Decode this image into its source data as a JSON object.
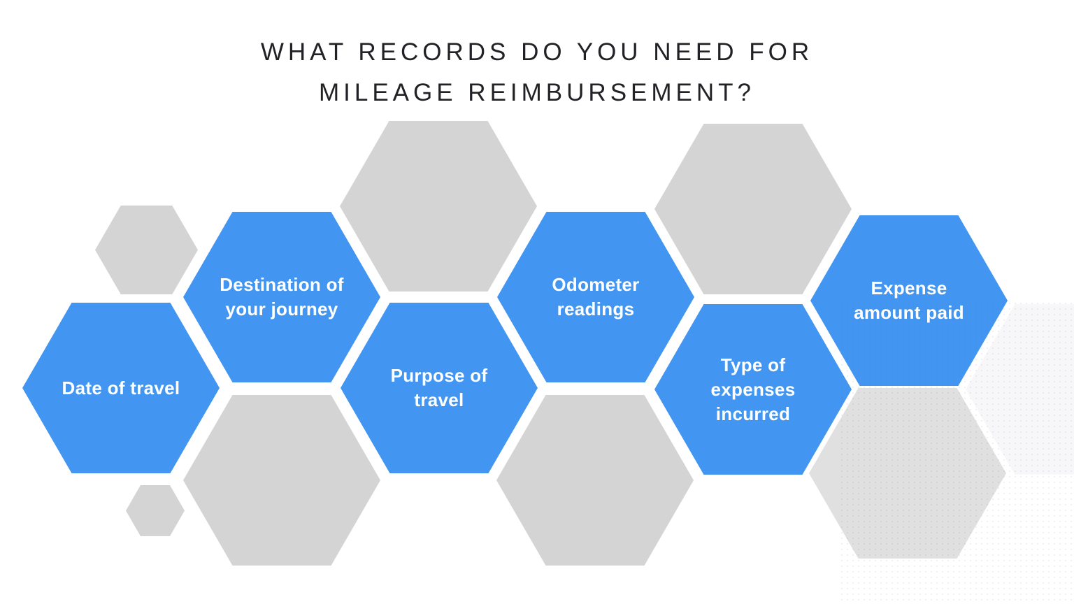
{
  "title": {
    "line1": "WHAT RECORDS DO YOU NEED FOR",
    "line2": "MILEAGE REIMBURSEMENT?"
  },
  "records": [
    {
      "label": "Date of travel",
      "lines": [
        "Date of travel"
      ]
    },
    {
      "label": "Destination of your journey",
      "lines": [
        "Destination of",
        "your journey"
      ]
    },
    {
      "label": "Purpose of travel",
      "lines": [
        "Purpose of",
        "travel"
      ]
    },
    {
      "label": "Odometer readings",
      "lines": [
        "Odometer",
        "readings"
      ]
    },
    {
      "label": "Type of expenses incurred",
      "lines": [
        "Type of",
        "expenses",
        "incurred"
      ]
    },
    {
      "label": "Expense amount paid",
      "lines": [
        "Expense",
        "amount paid"
      ]
    }
  ],
  "colors": {
    "accent_blue": "#4296f2",
    "decor_gray": "#d4d4d5",
    "decor_gray_light": "#e0e0e1",
    "decor_faint": "#f7f7f9",
    "title_text": "#212126",
    "label_text": "#ffffff",
    "background": "#ffffff"
  }
}
